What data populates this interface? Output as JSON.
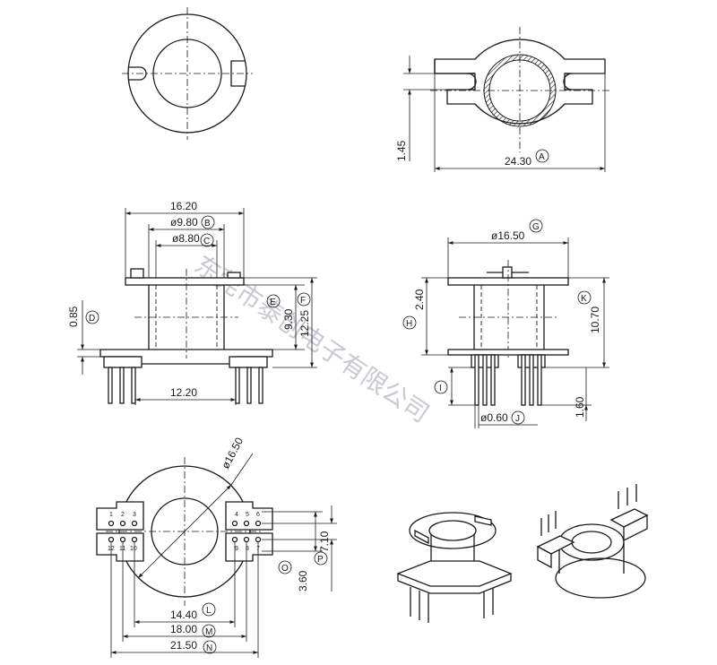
{
  "watermark": "东莞市泰创电子有限公司",
  "dimensions": {
    "d1_45": "1.45",
    "d24_30": "24.30",
    "d16_20": "16.20",
    "d9_80": "ø9.80",
    "d8_80": "ø8.80",
    "d0_85": "0.85",
    "d9_30": "9.30",
    "d12_25": "12.25",
    "d12_20": "12.20",
    "d16_50_side": "ø16.50",
    "d2_40": "2.40",
    "d10_70": "10.70",
    "d0_60": "ø0.60",
    "d1_60": "1.60",
    "d16_50_bottom": "ø16.50",
    "d7_10": "7.10",
    "d3_60": "3.60",
    "d14_40": "14.40",
    "d18_00": "18.00",
    "d21_50": "21.50"
  },
  "callouts": {
    "A": "A",
    "B": "B",
    "C": "C",
    "D": "D",
    "E": "E",
    "F": "F",
    "G": "G",
    "H": "H",
    "I": "I",
    "J": "J",
    "K": "K",
    "L": "L",
    "M": "M",
    "N": "N",
    "O": "O",
    "P": "P"
  },
  "pins": {
    "p1": "1",
    "p2": "2",
    "p3": "3",
    "p4": "4",
    "p5": "5",
    "p6": "6",
    "p7": "7",
    "p8": "8",
    "p9": "9",
    "p10": "10",
    "p11": "11",
    "p12": "12"
  }
}
